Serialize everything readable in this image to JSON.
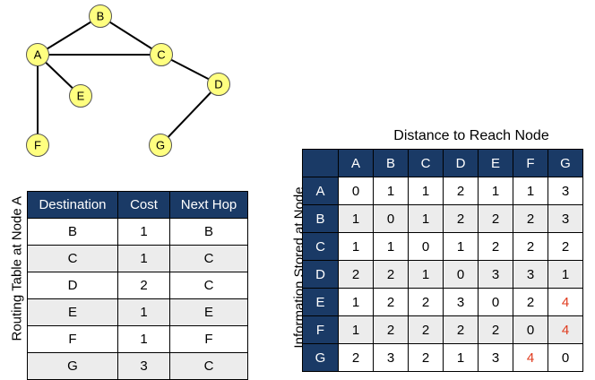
{
  "graph": {
    "nodes": [
      {
        "id": "A",
        "label": "A"
      },
      {
        "id": "B",
        "label": "B"
      },
      {
        "id": "C",
        "label": "C"
      },
      {
        "id": "D",
        "label": "D"
      },
      {
        "id": "E",
        "label": "E"
      },
      {
        "id": "F",
        "label": "F"
      },
      {
        "id": "G",
        "label": "G"
      }
    ],
    "edges": [
      [
        "A",
        "B"
      ],
      [
        "B",
        "C"
      ],
      [
        "A",
        "C"
      ],
      [
        "C",
        "D"
      ],
      [
        "D",
        "G"
      ],
      [
        "A",
        "E"
      ],
      [
        "A",
        "F"
      ]
    ],
    "node_fill": "#ffff80",
    "node_stroke": "#555555"
  },
  "routing": {
    "ylabel": "Routing Table at Node A",
    "headers": [
      "Destination",
      "Cost",
      "Next Hop"
    ],
    "rows": [
      [
        "B",
        "1",
        "B"
      ],
      [
        "C",
        "1",
        "C"
      ],
      [
        "D",
        "2",
        "C"
      ],
      [
        "E",
        "1",
        "E"
      ],
      [
        "F",
        "1",
        "F"
      ],
      [
        "G",
        "3",
        "C"
      ]
    ]
  },
  "distance": {
    "title": "Distance to Reach Node",
    "ylabel": "Information Stored at Node",
    "columns": [
      "A",
      "B",
      "C",
      "D",
      "E",
      "F",
      "G"
    ],
    "rows": [
      {
        "node": "A",
        "values": [
          "0",
          "1",
          "1",
          "2",
          "1",
          "1",
          "3"
        ]
      },
      {
        "node": "B",
        "values": [
          "1",
          "0",
          "1",
          "2",
          "2",
          "2",
          "3"
        ]
      },
      {
        "node": "C",
        "values": [
          "1",
          "1",
          "0",
          "1",
          "2",
          "2",
          "2"
        ]
      },
      {
        "node": "D",
        "values": [
          "2",
          "2",
          "1",
          "0",
          "3",
          "3",
          "1"
        ]
      },
      {
        "node": "E",
        "values": [
          "1",
          "2",
          "2",
          "3",
          "0",
          "2",
          "4"
        ]
      },
      {
        "node": "F",
        "values": [
          "1",
          "2",
          "2",
          "2",
          "2",
          "0",
          "4"
        ]
      },
      {
        "node": "G",
        "values": [
          "2",
          "3",
          "2",
          "1",
          "3",
          "4",
          "0"
        ]
      }
    ],
    "highlighted_cells": [
      [
        "E",
        "G"
      ],
      [
        "F",
        "G"
      ],
      [
        "G",
        "F"
      ]
    ],
    "highlight_color": "#e03b1e",
    "header_color": "#1a3a66"
  }
}
